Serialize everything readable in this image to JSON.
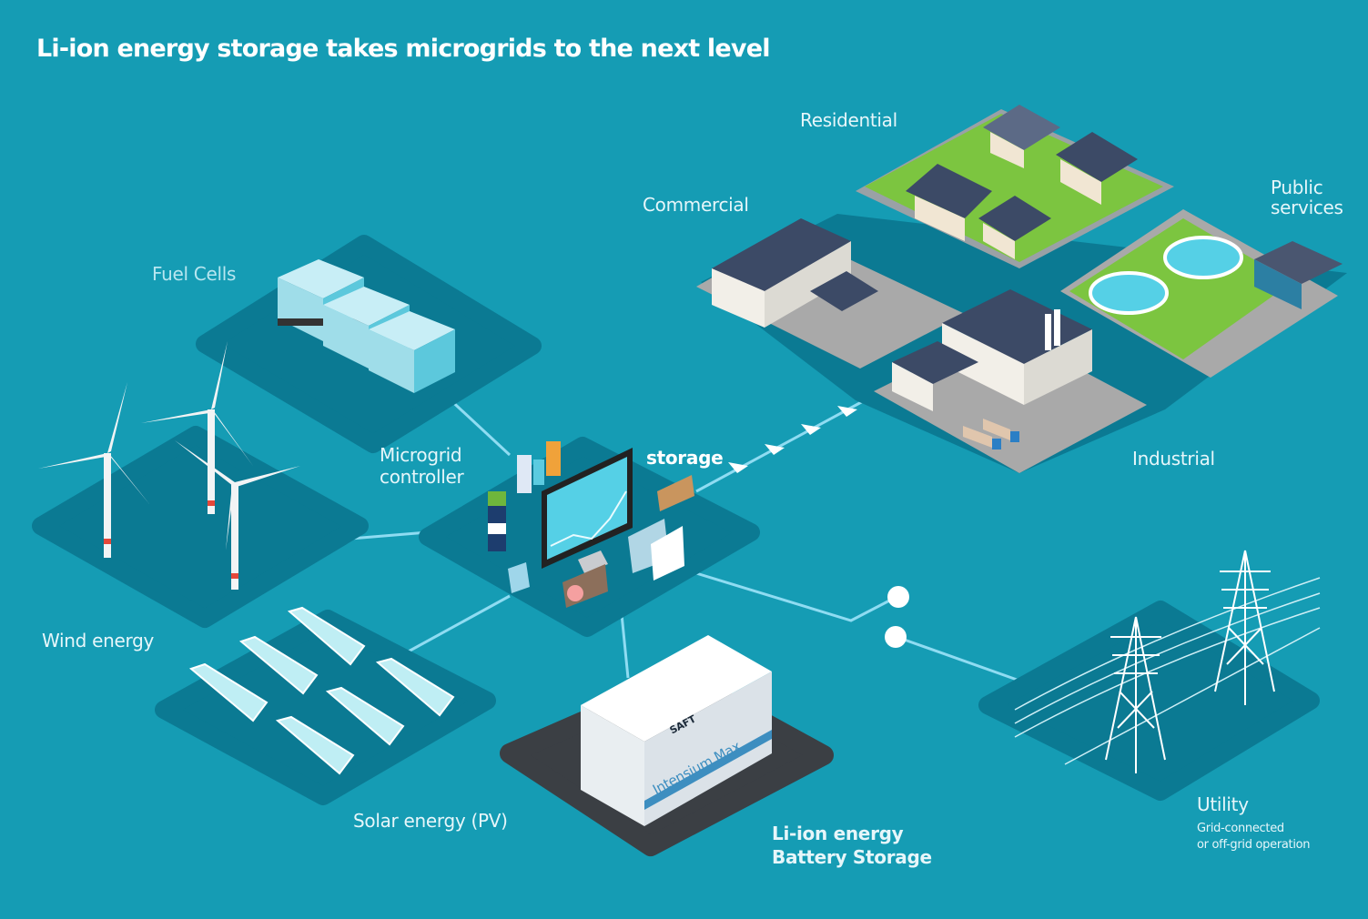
{
  "title": "Li-ion energy storage takes microgrids to the next level",
  "colors": {
    "background": "#159cb4",
    "platform": "#0b7a93",
    "link_line": "#8fdcf2",
    "label_text": "#e6f6fa",
    "battery_pad": "#3b3f44",
    "grass": "#7cc540",
    "roof": "#3c4a66",
    "turbine_band": "#e5483a"
  },
  "nodes": {
    "fuel_cells": {
      "label": "Fuel Cells"
    },
    "wind": {
      "label": "Wind energy"
    },
    "solar": {
      "label": "Solar energy (PV)"
    },
    "controller": {
      "label_line1": "Microgrid",
      "label_line2": "controller"
    },
    "storage_tag": {
      "label": "storage"
    },
    "battery": {
      "label_line1": "Li-ion energy",
      "label_line2": "Battery Storage",
      "container_brand": "SAFT",
      "container_product": "Intensium Max"
    },
    "residential": {
      "label": "Residential"
    },
    "commercial": {
      "label": "Commercial"
    },
    "public": {
      "label_line1": "Public",
      "label_line2": "services"
    },
    "industrial": {
      "label": "Industrial"
    },
    "utility": {
      "label": "Utility",
      "sub_line1": "Grid-connected",
      "sub_line2": "or off-grid operation"
    }
  }
}
